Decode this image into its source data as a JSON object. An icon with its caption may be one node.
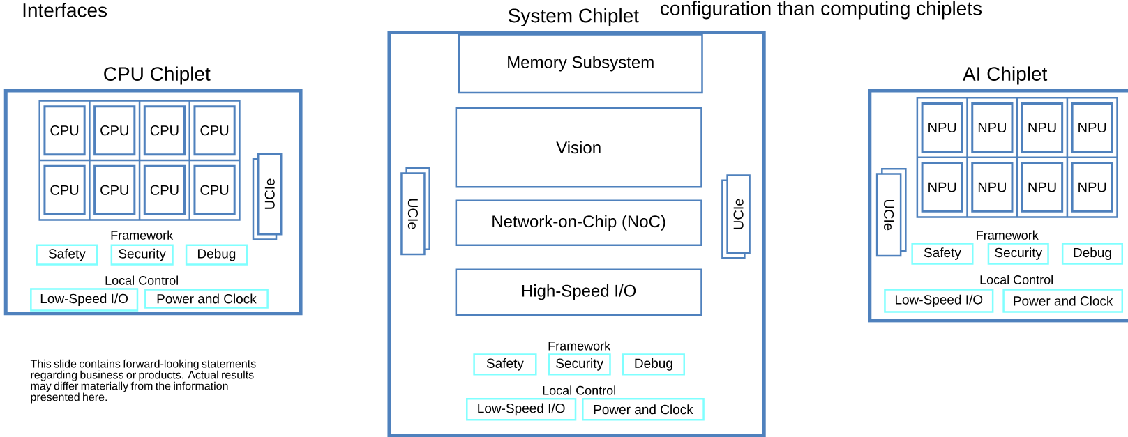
{
  "diagram": {
    "nodes": [
      {
        "text": [
          "CPU Chiplet"
        ]
      },
      {
        "text": [
          "CPU"
        ],
        "in": 0
      },
      {
        "text": [
          "CPU"
        ],
        "in": 0
      },
      {
        "text": [
          "CPU"
        ],
        "in": 0
      },
      {
        "text": [
          "CPU"
        ],
        "in": 0
      },
      {
        "text": [
          "CPU"
        ],
        "in": 0
      },
      {
        "text": [
          "CPU"
        ],
        "in": 0
      },
      {
        "text": [
          "CPU"
        ],
        "in": 0
      },
      {
        "text": [
          "CPU"
        ],
        "in": 0
      },
      {
        "text": [
          "UCIe"
        ],
        "in": 0
      },
      {
        "text": [
          "Safety"
        ],
        "in": 0
      },
      {
        "text": [
          "Security"
        ],
        "in": 0
      },
      {
        "text": [
          "Debug"
        ],
        "in": 0
      },
      {
        "text": [
          "Low-Speed I/O"
        ],
        "in": 0
      },
      {
        "text": [
          "Power and Clock"
        ],
        "in": 0
      },
      {
        "text": [
          "System Chiplet"
        ]
      },
      {
        "text": [
          "Memory Subsystem"
        ],
        "in": 15
      },
      {
        "text": [
          "Vision"
        ],
        "in": 15
      },
      {
        "text": [
          "Network-on-Chip (NoC)"
        ],
        "in": 15
      },
      {
        "text": [
          "High-Speed I/O"
        ],
        "in": 15
      },
      {
        "text": [
          "UCIe"
        ],
        "in": 15
      },
      {
        "text": [
          "UCIe"
        ],
        "in": 15
      },
      {
        "text": [
          "Safety"
        ],
        "in": 15
      },
      {
        "text": [
          "Security"
        ],
        "in": 15
      },
      {
        "text": [
          "Debug"
        ],
        "in": 15
      },
      {
        "text": [
          "Low-Speed I/O"
        ],
        "in": 15
      },
      {
        "text": [
          "Power and Clock"
        ],
        "in": 15
      },
      {
        "text": [
          "AI Chiplet"
        ]
      },
      {
        "text": [
          "NPU"
        ],
        "in": 27
      },
      {
        "text": [
          "NPU"
        ],
        "in": 27
      },
      {
        "text": [
          "NPU"
        ],
        "in": 27
      },
      {
        "text": [
          "NPU"
        ],
        "in": 27
      },
      {
        "text": [
          "NPU"
        ],
        "in": 27
      },
      {
        "text": [
          "NPU"
        ],
        "in": 27
      },
      {
        "text": [
          "NPU"
        ],
        "in": 27
      },
      {
        "text": [
          "NPU"
        ],
        "in": 27
      },
      {
        "text": [
          "UCIe"
        ],
        "in": 27
      },
      {
        "text": [
          "Safety"
        ],
        "in": 27
      },
      {
        "text": [
          "Security"
        ],
        "in": 27
      },
      {
        "text": [
          "Debug"
        ],
        "in": 27
      },
      {
        "text": [
          "Low-Speed I/O"
        ],
        "in": 27
      },
      {
        "text": [
          "Power and Clock"
        ],
        "in": 27
      }
    ],
    "labels": [
      "Interfaces",
      "configuration than computing chiplets",
      "Framework",
      "Local Control",
      "Framework",
      "Local Control",
      "Framework",
      "Local Control",
      "This slide contains forward-looking statements regarding business or products. Actual results may differ materially from the information presented here."
    ]
  }
}
